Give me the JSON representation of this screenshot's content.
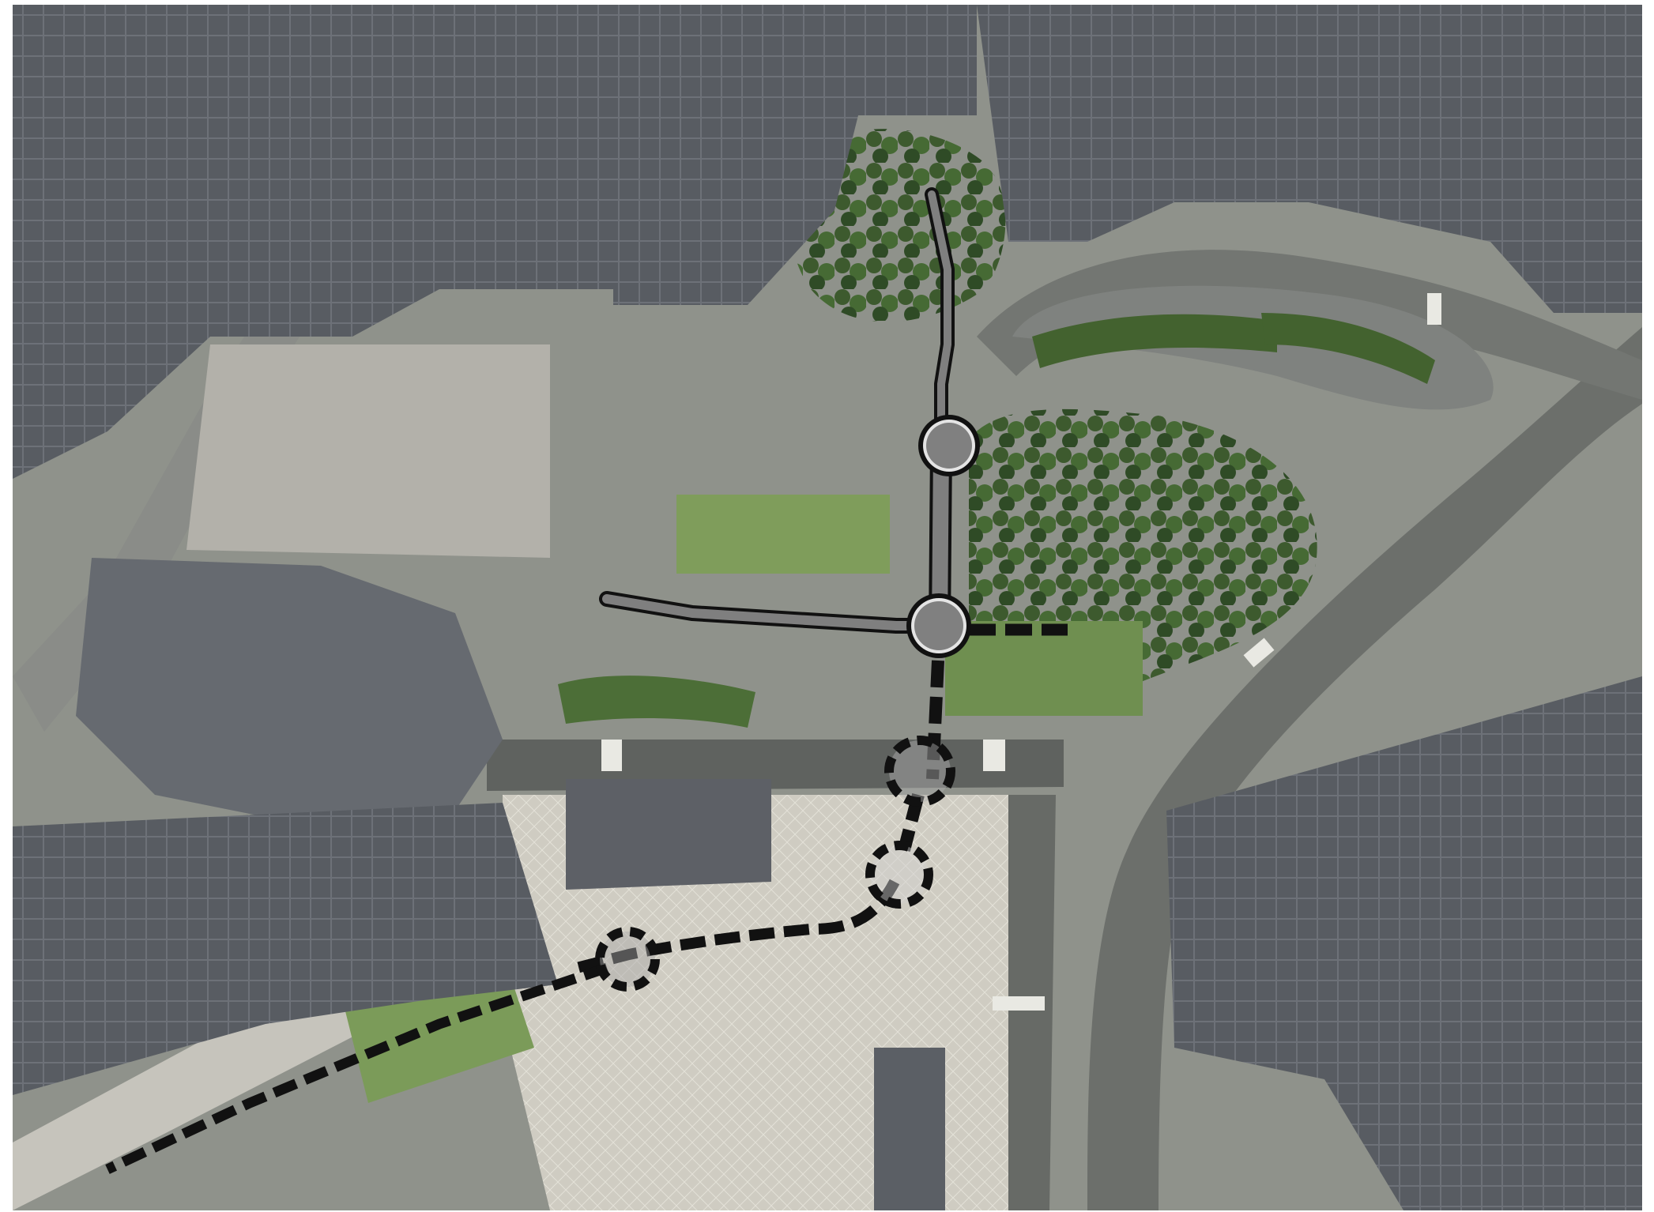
{
  "map": {
    "kind": "aerial-photo",
    "colors": {
      "pavement": "#a9aaa3",
      "plaza": "#d9d7cf",
      "road": "#5d5f5c",
      "vegetation": "#3e5a2f",
      "lawn": "#7c9a59",
      "roof_dark": "#4b4f55",
      "roof_light": "#8e9197",
      "roof_red": "#8a5e4a",
      "route_fill": "#7f7f7f",
      "route_outline": "#111111",
      "node_fill": "#808080"
    },
    "legend_visible": false,
    "labels_visible": false
  },
  "overlay": {
    "existing_route": {
      "style": "solid-double",
      "nodes": 2
    },
    "planned_route": {
      "style": "dashed",
      "nodes": 3
    }
  }
}
